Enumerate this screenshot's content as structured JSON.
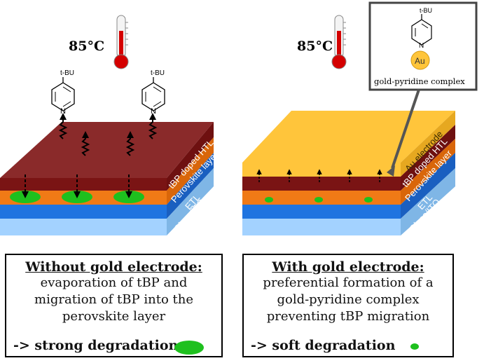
{
  "left": {
    "temperature": "85°C",
    "molecules": [
      {
        "substituent": "t-BU",
        "atom": "N"
      },
      {
        "substituent": "t-BU",
        "atom": "N"
      }
    ],
    "layer_labels": [
      "tBP doped HTL",
      "Perovskite layer",
      "ETL",
      "Glass/ITO"
    ],
    "caption": {
      "heading": "Without gold electrode:",
      "lines": [
        "evaporation of tBP and",
        "migration of tBP into the",
        "perovskite layer"
      ],
      "degradation": "-> strong degradation"
    }
  },
  "right": {
    "temperature": "85°C",
    "molecules": [
      {
        "substituent": "t-BU",
        "atom": "N"
      }
    ],
    "layer_labels": [
      "Au electrode",
      "tBP doped HTL",
      "Perovskite layer",
      "ETL",
      "Glass/ITO"
    ],
    "inset": {
      "substituent": "t-BU",
      "atom": "N",
      "metal": "Au",
      "label": "gold-pyridine complex"
    },
    "caption": {
      "heading": "With gold electrode:",
      "lines": [
        "preferential formation of a",
        "gold-pyridine complex",
        "preventing tBP migration"
      ],
      "degradation": "-> soft degradation"
    }
  },
  "colors": {
    "htl": "#7f1e1e",
    "perovskite": "#f07a16",
    "etl": "#1f74e0",
    "glass": "#9fd0ff",
    "gold": "#ffc53b",
    "degradation_spot": "#1ec01e",
    "thermometer_red": "#d40000"
  }
}
